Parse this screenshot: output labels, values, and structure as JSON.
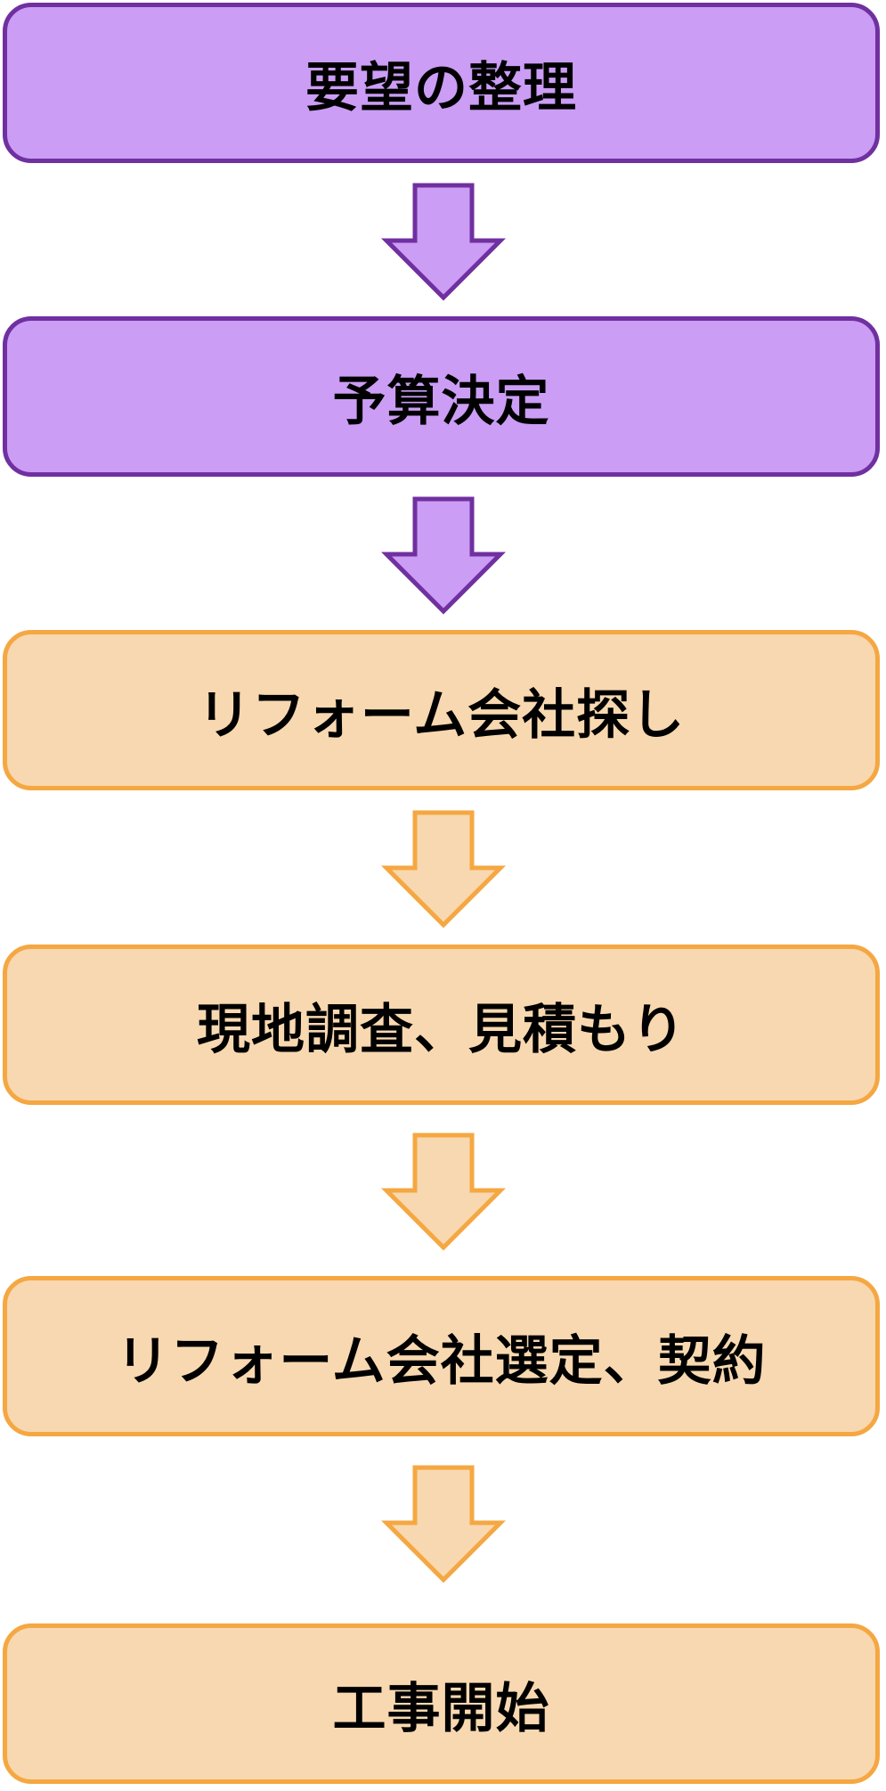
{
  "colors": {
    "purple_fill": "#CB9DF5",
    "purple_stroke": "#7030A0",
    "orange_fill": "#F8D8B0",
    "orange_stroke": "#F5A742",
    "text": "#000000"
  },
  "steps": [
    {
      "label": "要望の整理",
      "theme": "purple"
    },
    {
      "label": "予算決定",
      "theme": "purple"
    },
    {
      "label": "リフォーム会社探し",
      "theme": "orange"
    },
    {
      "label": "現地調査、見積もり",
      "theme": "orange"
    },
    {
      "label": "リフォーム会社選定、契約",
      "theme": "orange"
    },
    {
      "label": "工事開始",
      "theme": "orange"
    }
  ],
  "arrows": [
    {
      "theme": "purple"
    },
    {
      "theme": "purple"
    },
    {
      "theme": "orange"
    },
    {
      "theme": "orange"
    },
    {
      "theme": "orange"
    }
  ]
}
